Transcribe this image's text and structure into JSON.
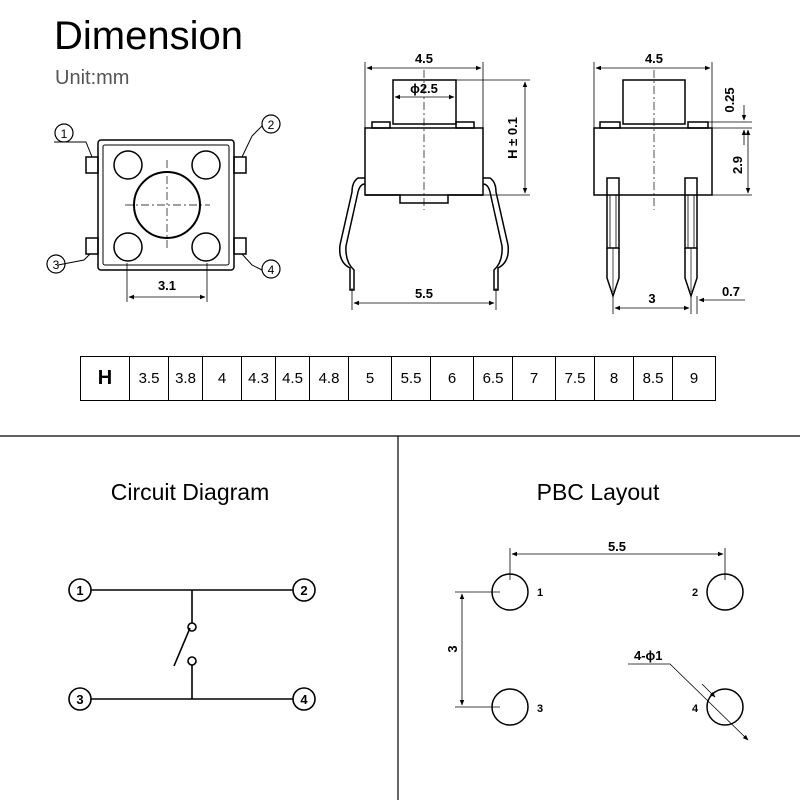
{
  "header": {
    "title": "Dimension",
    "unit": "Unit:mm"
  },
  "top_view": {
    "pins": [
      "1",
      "2",
      "3",
      "4"
    ],
    "pin_spacing": "3.1"
  },
  "front_view": {
    "width": "4.5",
    "actuator_dia": "ϕ2.5",
    "height": "H ± 0.1",
    "lead_span": "5.5"
  },
  "side_view": {
    "width": "4.5",
    "top_offset": "0.25",
    "body_height": "2.9",
    "lead_spacing": "3",
    "lead_width": "0.7"
  },
  "h_table": {
    "header": "H",
    "values": [
      "3.5",
      "3.8",
      "4",
      "4.3",
      "4.5",
      "4.8",
      "5",
      "5.5",
      "6",
      "6.5",
      "7",
      "7.5",
      "8",
      "8.5",
      "9"
    ]
  },
  "circuit": {
    "title": "Circuit Diagram",
    "terminals": [
      "1",
      "2",
      "3",
      "4"
    ]
  },
  "pcb": {
    "title": "PBC Layout",
    "pad_labels": [
      "1",
      "2",
      "3",
      "4"
    ],
    "horizontal_spacing": "5.5",
    "vertical_spacing": "3",
    "hole_spec": "4-ϕ1"
  }
}
